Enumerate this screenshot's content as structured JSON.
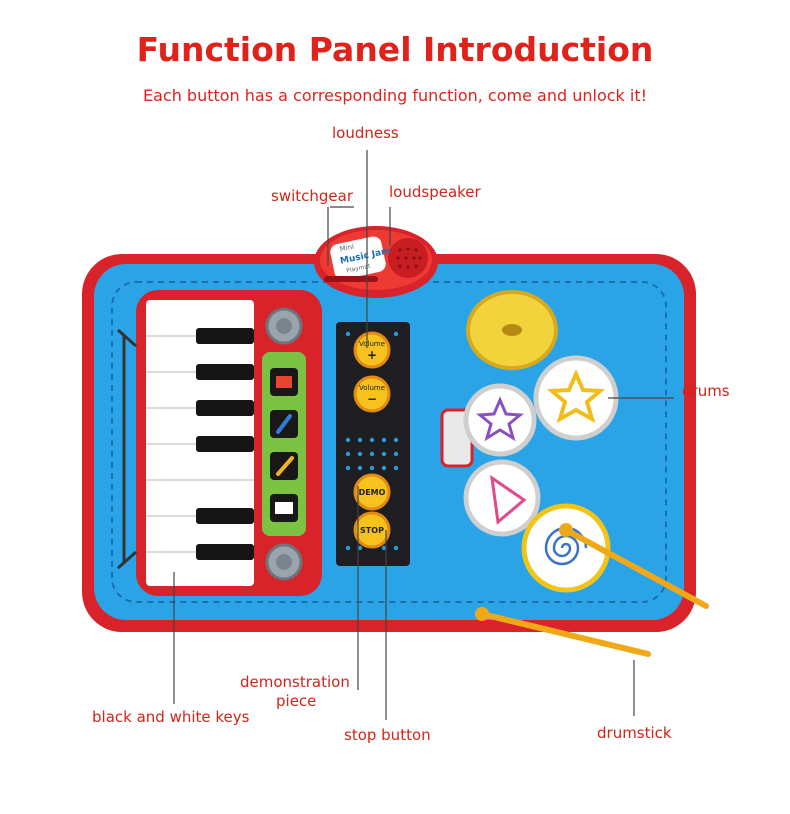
{
  "header": {
    "title": "Function Panel Introduction",
    "subtitle": "Each button has a corresponding function, come and unlock it!"
  },
  "labels": {
    "loudness": "loudness",
    "switchgear": "switchgear",
    "loudspeaker": "loudspeaker",
    "drums": "drums",
    "demonstration_1": "demonstration",
    "demonstration_2": "piece",
    "keys": "black and white keys",
    "stop": "stop button",
    "drumstick": "drumstick"
  },
  "mat_text": {
    "brand_line1": "Mini",
    "brand_line2": "Music Jam",
    "brand_line3": "Playmat",
    "volume_up": "Volume",
    "volume_up_sign": "+",
    "volume_down": "Volume",
    "volume_down_sign": "−",
    "demo": "DEMO",
    "stop": "STOP"
  },
  "colors": {
    "accent": "#e0221b",
    "mat_blue": "#2aa4e6",
    "mat_border": "#d8232a",
    "panel_dark": "#1d1d22",
    "button_yellow": "#f7c21d"
  }
}
